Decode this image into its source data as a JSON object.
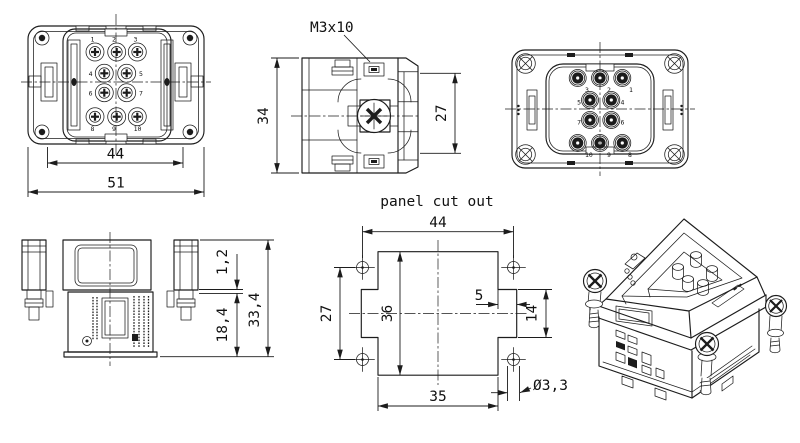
{
  "drawing": {
    "front_view": {
      "dim_contact_spacing": "44",
      "dim_width": "51",
      "pins": [
        "1",
        "2",
        "3",
        "4",
        "5",
        "6",
        "7",
        "8",
        "9",
        "10"
      ]
    },
    "side_view": {
      "screw_label": "M3x10",
      "dim_height": "34",
      "dim_flange_height": "27"
    },
    "rear_view": {
      "pins": [
        "3",
        "2",
        "1",
        "5",
        "4",
        "7",
        "6",
        "10",
        "9",
        "8"
      ]
    },
    "mounted_side_view": {
      "dim_protrusion": "1,2",
      "dim_depth": "18,4",
      "dim_total_height": "33,4"
    },
    "panel_cutout": {
      "title": "panel cut out",
      "dim_hole_spacing_h": "44",
      "dim_hole_spacing_v": "27",
      "dim_cutout_height": "36",
      "dim_notch_depth": "5",
      "dim_notch_height": "14",
      "dim_cutout_width": "35",
      "dim_hole_diameter": "Ø3,3"
    }
  }
}
